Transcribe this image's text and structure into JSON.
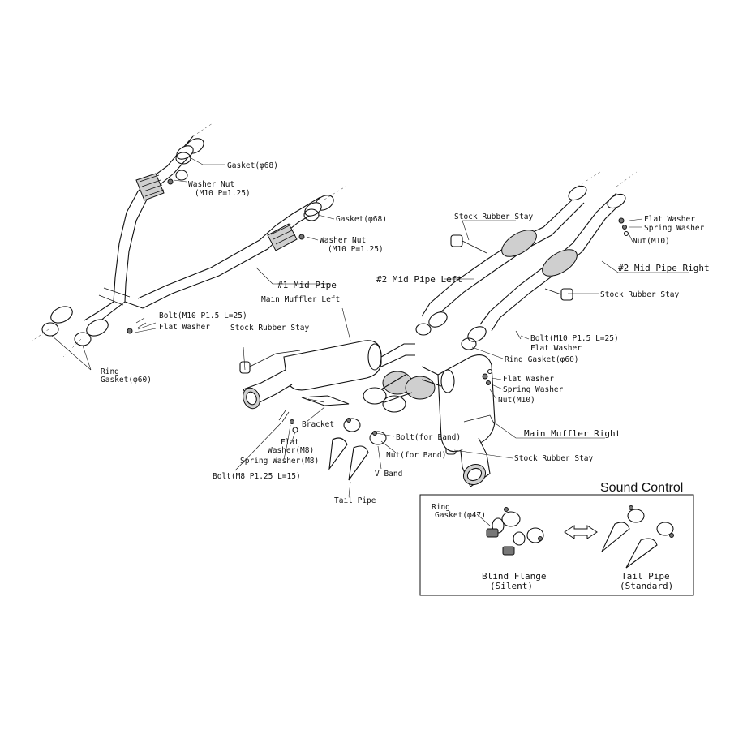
{
  "labels": {
    "gasket_68_a": "Gasket(φ68)",
    "washer_nut_a_1": "Washer Nut",
    "washer_nut_a_2": "(M10 P=1.25)",
    "gasket_68_b": "Gasket(φ68)",
    "washer_nut_b_1": "Washer Nut",
    "washer_nut_b_2": "(M10 P=1.25)",
    "mid_pipe_1": "#1 Mid Pipe",
    "main_muffler_left": "Main Muffler Left",
    "bolt_m10_left": "Bolt(M10 P1.5 L=25)",
    "flat_washer_left": "Flat Washer",
    "ring_gasket_60_left_1": "Ring",
    "ring_gasket_60_left_2": "Gasket(φ60)",
    "stock_rubber_stay_1": "Stock Rubber Stay",
    "stock_rubber_stay_2": "Stock Rubber Stay",
    "stock_rubber_stay_3": "Stock Rubber Stay",
    "stock_rubber_stay_4": "Stock Rubber Stay",
    "mid_pipe_2_left": "#2 Mid Pipe Left",
    "mid_pipe_2_right": "#2 Mid Pipe Right",
    "flat_washer_r1": "Flat Washer",
    "spring_washer_r1": "Spring Washer",
    "nut_m10_r1": "Nut(M10)",
    "bolt_m10_right": "Bolt(M10 P1.5 L=25)",
    "flat_washer_r2": "Flat Washer",
    "ring_gasket_60_right": "Ring Gasket(φ60)",
    "flat_washer_r3": "Flat Washer",
    "spring_washer_r3": "Spring Washer",
    "nut_m10_r3": "Nut(M10)",
    "main_muffler_right": "Main Muffler Right",
    "bracket": "Bracket",
    "flat_washer_m8_1": "Flat",
    "flat_washer_m8_2": "Washer(M8)",
    "spring_washer_m8": "Spring Washer(M8)",
    "bolt_m8": "Bolt(M8 P1.25 L=15)",
    "bolt_for_band": "Bolt(for Band)",
    "nut_for_band": "Nut(for Band)",
    "v_band": "V Band",
    "tail_pipe": "Tail Pipe"
  },
  "sound_control": {
    "title": "Sound Control",
    "ring_gasket_1": "Ring",
    "ring_gasket_2": "Gasket(φ47)",
    "blind_flange": "Blind Flange",
    "blind_flange_sub": "(Silent)",
    "tail_pipe": "Tail Pipe",
    "tail_pipe_sub": "(Standard)"
  }
}
